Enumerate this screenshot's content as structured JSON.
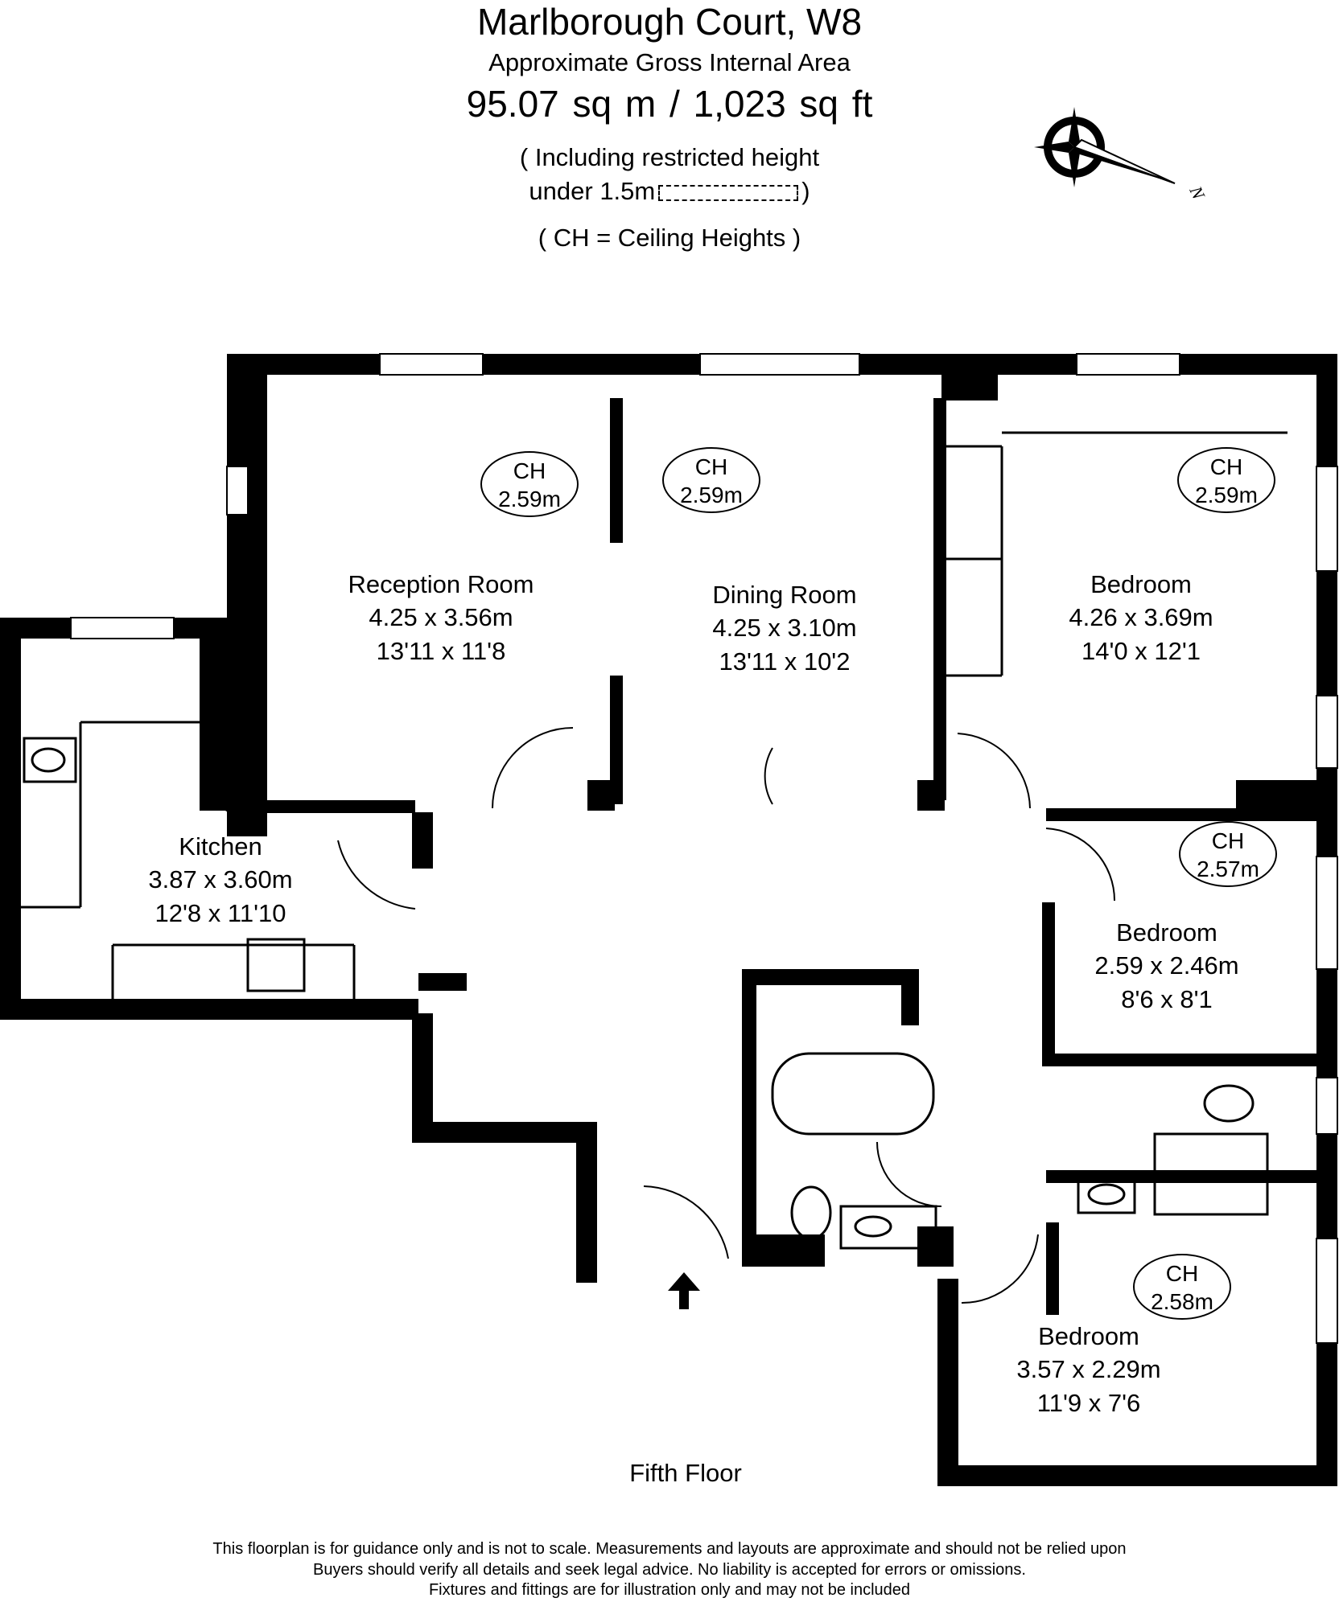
{
  "header": {
    "title": "Marlborough Court, W8",
    "subtitle": "Approximate Gross Internal Area",
    "area": "95.07 sq m  /  1,023 sq ft",
    "restricted_note_1": "( Including restricted height",
    "restricted_note_2_pre": "under 1.5m",
    "restricted_note_2_post": ")",
    "ch_note": "( CH = Ceiling Heights )"
  },
  "compass": {
    "label": "N"
  },
  "ceiling_heights": {
    "label": "CH",
    "reception": "2.59m",
    "dining": "2.59m",
    "bedroom_1": "2.59m",
    "bedroom_2": "2.57m",
    "bedroom_3": "2.58m"
  },
  "rooms": {
    "reception": {
      "name": "Reception Room",
      "metric": "4.25 x 3.56m",
      "imperial": "13'11 x 11'8"
    },
    "dining": {
      "name": "Dining Room",
      "metric": "4.25 x 3.10m",
      "imperial": "13'11 x 10'2"
    },
    "bedroom_1": {
      "name": "Bedroom",
      "metric": "4.26 x 3.69m",
      "imperial": "14'0 x 12'1"
    },
    "kitchen": {
      "name": "Kitchen",
      "metric": "3.87 x 3.60m",
      "imperial": "12'8 x 11'10"
    },
    "bedroom_2": {
      "name": "Bedroom",
      "metric": "2.59 x 2.46m",
      "imperial": "8'6 x 8'1"
    },
    "bedroom_3": {
      "name": "Bedroom",
      "metric": "3.57 x 2.29m",
      "imperial": "11'9 x 7'6"
    }
  },
  "floor_label": "Fifth Floor",
  "footer": {
    "line_1": "This floorplan is for guidance only and is not to scale. Measurements and layouts are approximate and should not be relied upon",
    "line_2": "Buyers should verify all details and seek legal advice. No liability is accepted for errors or omissions.",
    "line_3": "Fixtures and fittings are for illustration only and may not be included"
  }
}
